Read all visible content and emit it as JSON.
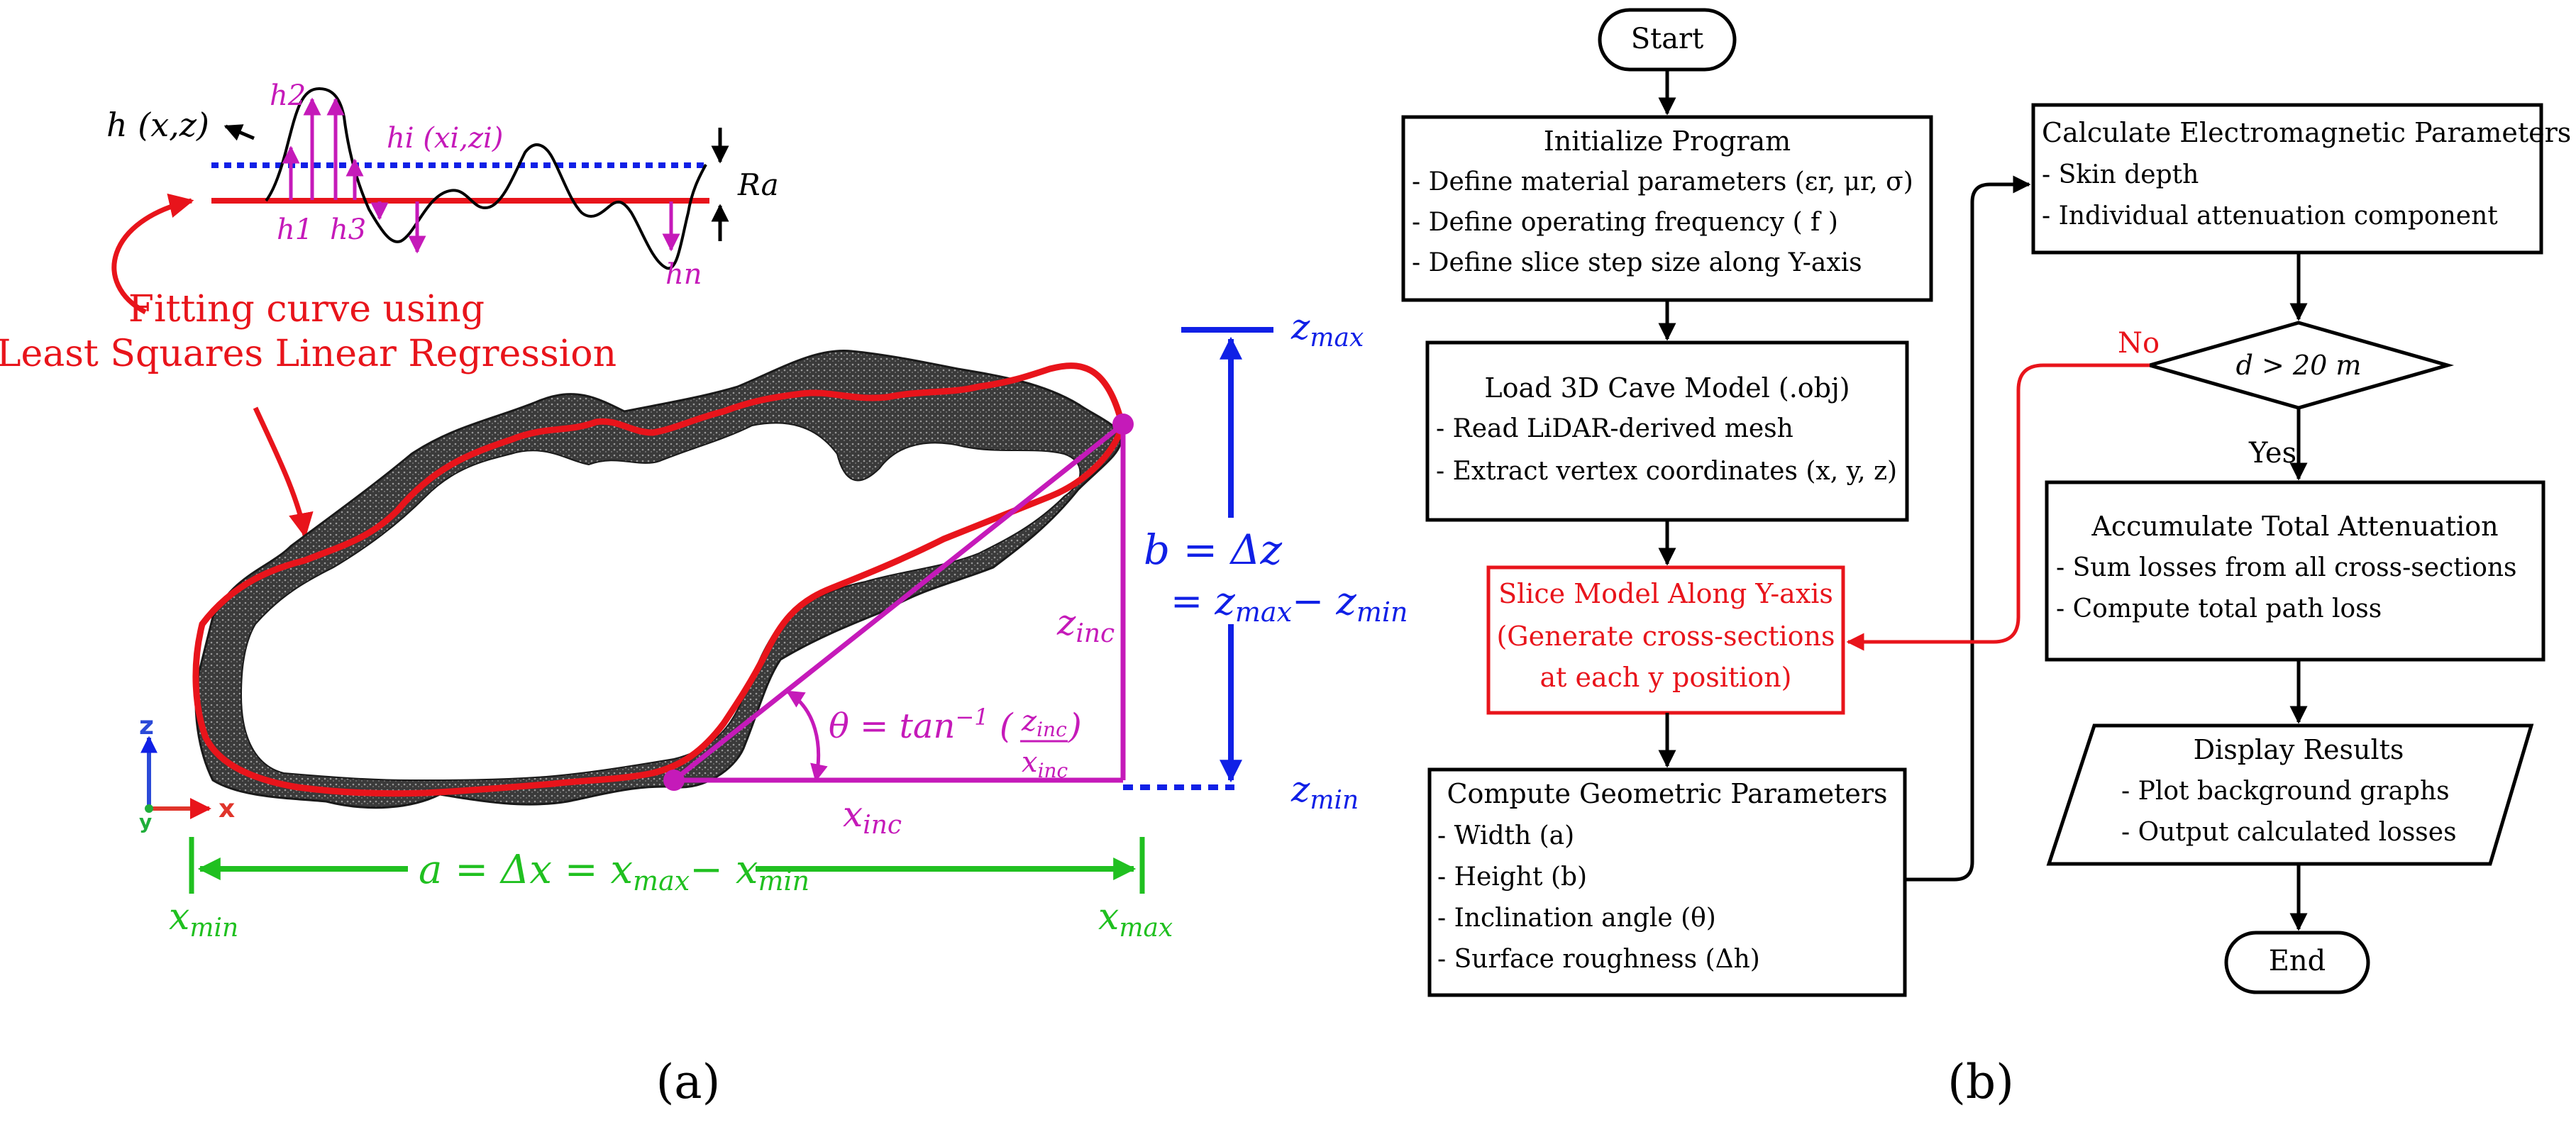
{
  "panel_a": {
    "label": "(a)",
    "profile_func": "h (x,z)",
    "h1": "h1",
    "h2": "h2",
    "h3": "h3",
    "hn": "hn",
    "hi": "hi (xi,zi)",
    "ra": "Ra",
    "fit_line1": "Fitting curve using",
    "fit_line2": "Least Squares Linear Regression",
    "zmax": "zmax",
    "zmin": "zmin",
    "b_line1": "b = Δz",
    "b_line2": "= zmax− zmin",
    "zinc": "zinc",
    "xinc": "xinc",
    "theta": "θ = tan−1 (zinc/xinc)",
    "a_eq": "a = Δx = xmax− xmin",
    "xmin": "xmin",
    "xmax": "xmax",
    "axis_z": "z",
    "axis_x": "x",
    "axis_y": "y",
    "colors": {
      "red": "#e8141b",
      "magenta": "#c51ab9",
      "blue": "#1020e6",
      "green": "#20c020"
    }
  },
  "panel_b": {
    "label": "(b)",
    "start": "Start",
    "init": {
      "title": "Initialize Program",
      "lines": [
        "- Define material parameters (εr, μr, σ)",
        "- Define operating frequency ( f )",
        "- Define slice step size along Y-axis"
      ]
    },
    "load": {
      "title": "Load 3D Cave Model (.obj)",
      "lines": [
        "- Read LiDAR-derived mesh",
        "- Extract vertex coordinates (x, y, z)"
      ]
    },
    "slice": {
      "lines": [
        "Slice Model Along Y-axis",
        "(Generate cross-sections",
        "at each y position)"
      ]
    },
    "geo": {
      "title": "Compute Geometric Parameters",
      "lines": [
        "- Width (a)",
        "- Height (b)",
        "- Inclination angle (θ)",
        "- Surface roughness (Δh)"
      ]
    },
    "em": {
      "title": "Calculate Electromagnetic Parameters",
      "lines": [
        "- Skin depth",
        "- Individual attenuation component"
      ]
    },
    "decision": "d > 20 m",
    "no_label": "No",
    "yes_label": "Yes",
    "accum": {
      "title": "Accumulate Total Attenuation",
      "lines": [
        "- Sum losses from all cross-sections",
        "- Compute total path loss"
      ]
    },
    "display": {
      "title": "Display Results",
      "lines": [
        "- Plot background graphs",
        "- Output calculated losses"
      ]
    },
    "end": "End"
  }
}
